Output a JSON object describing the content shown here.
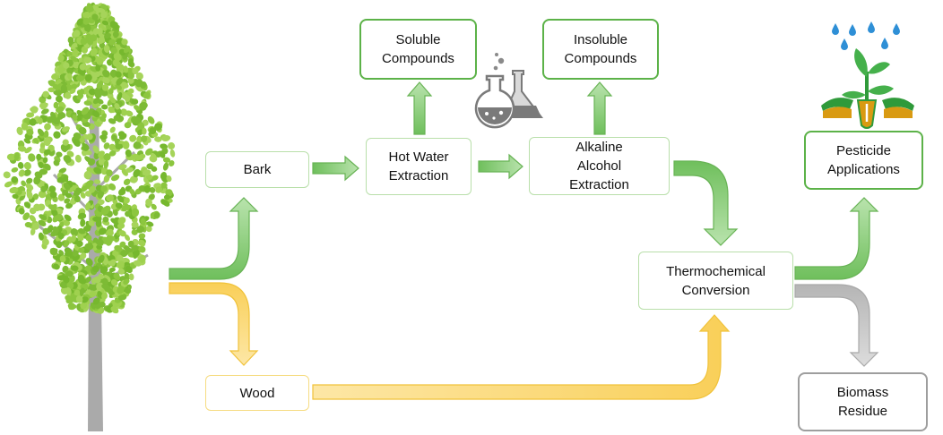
{
  "nodes": {
    "bark": "Bark",
    "hot_water": "Hot Water\nExtraction",
    "alkaline": "Alkaline\nAlcohol\nExtraction",
    "soluble": "Soluble\nCompounds",
    "insoluble": "Insoluble\nCompounds",
    "thermochemical": "Thermochemical\nConversion",
    "pesticide": "Pesticide\nApplications",
    "wood": "Wood",
    "biomass": "Biomass\nResidue"
  },
  "icons": {
    "tree": "tree-icon",
    "flasks": "lab-flasks-icon",
    "plant": "sprouting-plant-icon"
  },
  "colors": {
    "green_flow": "#8fcf7f",
    "yellow_flow": "#fbd876",
    "gray_flow": "#c6c6c6",
    "leaf": "#8cc63f",
    "trunk": "#aaaaaa"
  }
}
